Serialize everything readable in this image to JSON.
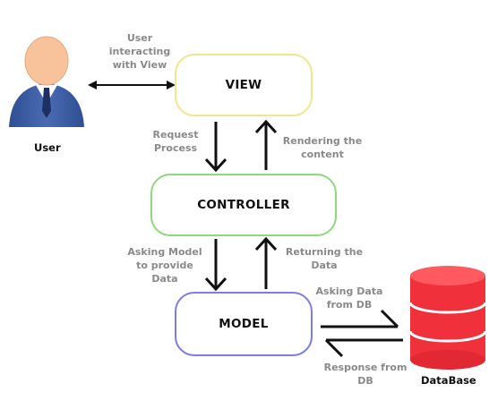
{
  "boxes": {
    "view": "VIEW",
    "controller": "CONTROLLER",
    "model": "MODEL"
  },
  "actors": {
    "user": "User",
    "database": "DataBase"
  },
  "labels": {
    "user_interaction": "User\ninteracting\nwith View",
    "request_process": "Request\nProcess",
    "rendering_content": "Rendering the\ncontent",
    "asking_model": "Asking Model\nto provide\nData",
    "returning_data": "Returning the\nData",
    "asking_db": "Asking Data\nfrom DB",
    "response_db": "Response from\nDB"
  },
  "colors": {
    "view_border": "#f3e58c",
    "controller_border": "#8fd87e",
    "model_border": "#7b7bea",
    "database_fill": "#f0303a",
    "user_skin": "#f8c29a",
    "user_suit": "#3f5fa6"
  }
}
